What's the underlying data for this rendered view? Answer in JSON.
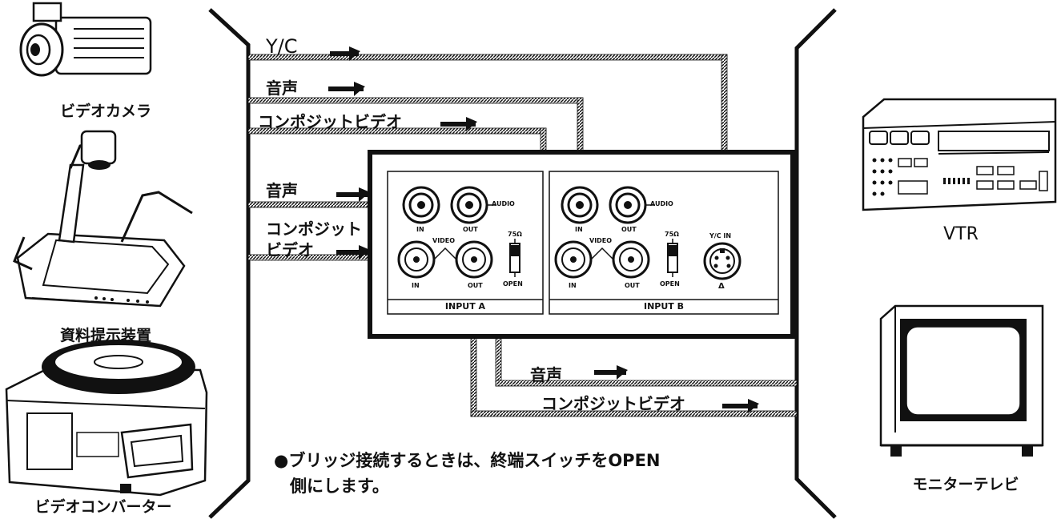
{
  "devices_left": {
    "camera": "ビデオカメラ",
    "presenter": "資料提示装置",
    "converter": "ビデオコンバーター"
  },
  "devices_right": {
    "vtr": "VTR",
    "monitor": "モニターテレビ"
  },
  "signals": {
    "yc": "Y/C",
    "audio_top": "音声",
    "composite_top": "コンポジットビデオ",
    "audio_mid": "音声",
    "composite_mid_1": "コンポジット",
    "composite_mid_2": "ビデオ",
    "audio_out": "音声",
    "composite_out": "コンポジットビデオ"
  },
  "panel": {
    "input_a": "INPUT A",
    "input_b": "INPUT B",
    "audio": "AUDIO",
    "video": "VIDEO",
    "in": "IN",
    "out": "OUT",
    "ohm": "75Ω",
    "open": "OPEN",
    "yc_in": "Y/C IN",
    "delta": "Δ"
  },
  "note": {
    "line1": "●ブリッジ接続するときは、終端スイッチをOPEN",
    "line2": "側にします。"
  }
}
